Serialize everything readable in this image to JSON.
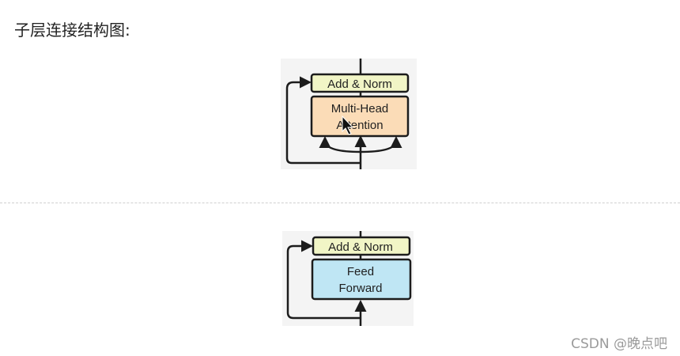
{
  "heading": "子层连接结构图:",
  "diagram_attention": {
    "norm_label": "Add & Norm",
    "block_line1": "Multi-Head",
    "block_line2": "Attention"
  },
  "diagram_ffn": {
    "norm_label": "Add & Norm",
    "block_line1": "Feed",
    "block_line2": "Forward"
  },
  "watermark": "CSDN @晚点吧",
  "colors": {
    "norm_fill": "#f1f5c6",
    "attention_fill": "#fbdcb7",
    "ffn_fill": "#bfe6f4",
    "stroke": "#1c1c1c",
    "panel_bg": "#f4f4f4"
  }
}
